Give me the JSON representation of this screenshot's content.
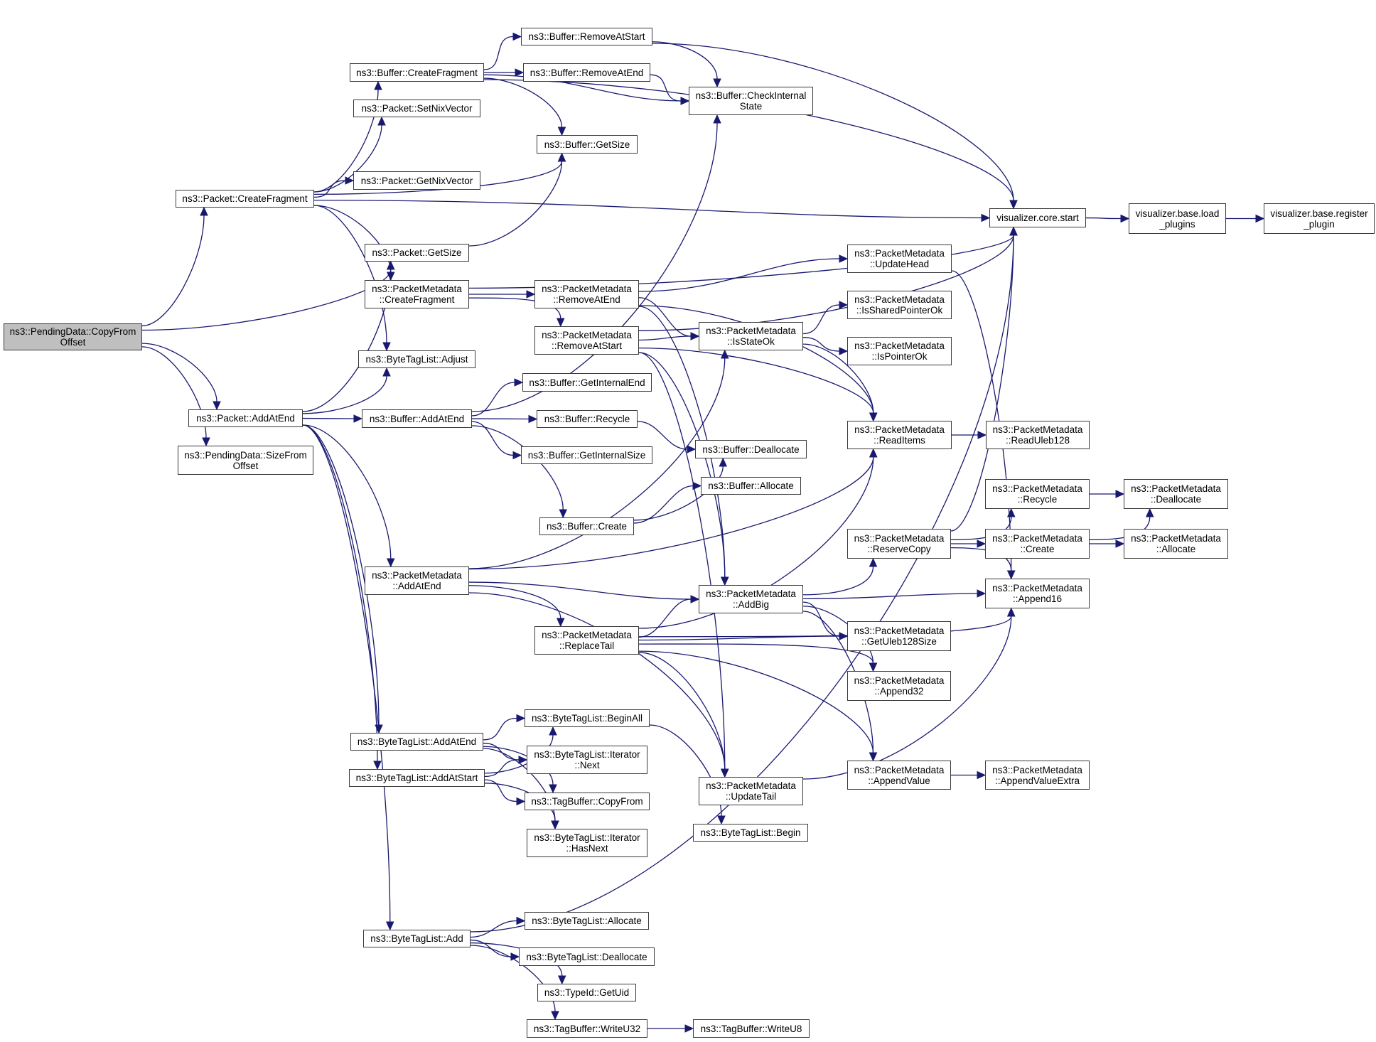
{
  "diagram": {
    "type": "call-graph",
    "colors": {
      "edge": "#191970",
      "node_border": "#3a3a3a",
      "root_fill": "#bfbfbf",
      "node_fill": "#ffffff"
    },
    "nodes": [
      {
        "id": "copyFromOffset",
        "label": "ns3::PendingData::CopyFrom\nOffset",
        "root": true
      },
      {
        "id": "pktCreateFragment",
        "label": "ns3::Packet::CreateFragment"
      },
      {
        "id": "bufCreateFragment",
        "label": "ns3::Buffer::CreateFragment"
      },
      {
        "id": "pktSetNixVector",
        "label": "ns3::Packet::SetNixVector"
      },
      {
        "id": "pktGetNixVector",
        "label": "ns3::Packet::GetNixVector"
      },
      {
        "id": "pktGetSize",
        "label": "ns3::Packet::GetSize"
      },
      {
        "id": "pmCreateFragment",
        "label": "ns3::PacketMetadata\n::CreateFragment"
      },
      {
        "id": "btlAdjust",
        "label": "ns3::ByteTagList::Adjust"
      },
      {
        "id": "pktAddAtEnd",
        "label": "ns3::Packet::AddAtEnd"
      },
      {
        "id": "sizeFromOffset",
        "label": "ns3::PendingData::SizeFrom\nOffset"
      },
      {
        "id": "bufRemoveAtStart",
        "label": "ns3::Buffer::RemoveAtStart"
      },
      {
        "id": "bufRemoveAtEnd",
        "label": "ns3::Buffer::RemoveAtEnd"
      },
      {
        "id": "bufCheckInternalState",
        "label": "ns3::Buffer::CheckInternal\nState"
      },
      {
        "id": "bufGetSize",
        "label": "ns3::Buffer::GetSize"
      },
      {
        "id": "visCoreStart",
        "label": "visualizer.core.start"
      },
      {
        "id": "visLoadPlugins",
        "label": "visualizer.base.load\n_plugins"
      },
      {
        "id": "visRegisterPlugin",
        "label": "visualizer.base.register\n_plugin"
      },
      {
        "id": "pmRemoveAtEnd",
        "label": "ns3::PacketMetadata\n::RemoveAtEnd"
      },
      {
        "id": "pmRemoveAtStart",
        "label": "ns3::PacketMetadata\n::RemoveAtStart"
      },
      {
        "id": "pmIsStateOk",
        "label": "ns3::PacketMetadata\n::IsStateOk"
      },
      {
        "id": "pmUpdateHead",
        "label": "ns3::PacketMetadata\n::UpdateHead"
      },
      {
        "id": "pmIsSharedPointerOk",
        "label": "ns3::PacketMetadata\n::IsSharedPointerOk"
      },
      {
        "id": "pmIsPointerOk",
        "label": "ns3::PacketMetadata\n::IsPointerOk"
      },
      {
        "id": "pmReadItems",
        "label": "ns3::PacketMetadata\n::ReadItems"
      },
      {
        "id": "pmReadUleb128",
        "label": "ns3::PacketMetadata\n::ReadUleb128"
      },
      {
        "id": "bufAddAtEnd",
        "label": "ns3::Buffer::AddAtEnd"
      },
      {
        "id": "bufGetInternalEnd",
        "label": "ns3::Buffer::GetInternalEnd"
      },
      {
        "id": "bufRecycle",
        "label": "ns3::Buffer::Recycle"
      },
      {
        "id": "bufGetInternalSize",
        "label": "ns3::Buffer::GetInternalSize"
      },
      {
        "id": "bufDeallocate",
        "label": "ns3::Buffer::Deallocate"
      },
      {
        "id": "bufAllocate",
        "label": "ns3::Buffer::Allocate"
      },
      {
        "id": "bufCreate",
        "label": "ns3::Buffer::Create"
      },
      {
        "id": "pmRecycle",
        "label": "ns3::PacketMetadata\n::Recycle"
      },
      {
        "id": "pmDeallocate",
        "label": "ns3::PacketMetadata\n::Deallocate"
      },
      {
        "id": "pmReserveCopy",
        "label": "ns3::PacketMetadata\n::ReserveCopy"
      },
      {
        "id": "pmCreate",
        "label": "ns3::PacketMetadata\n::Create"
      },
      {
        "id": "pmAllocate",
        "label": "ns3::PacketMetadata\n::Allocate"
      },
      {
        "id": "pmAddAtEnd",
        "label": "ns3::PacketMetadata\n::AddAtEnd"
      },
      {
        "id": "pmAddBig",
        "label": "ns3::PacketMetadata\n::AddBig"
      },
      {
        "id": "pmAppend16",
        "label": "ns3::PacketMetadata\n::Append16"
      },
      {
        "id": "pmReplaceTail",
        "label": "ns3::PacketMetadata\n::ReplaceTail"
      },
      {
        "id": "pmGetUleb128Size",
        "label": "ns3::PacketMetadata\n::GetUleb128Size"
      },
      {
        "id": "pmAppend32",
        "label": "ns3::PacketMetadata\n::Append32"
      },
      {
        "id": "btlBeginAll",
        "label": "ns3::ByteTagList::BeginAll"
      },
      {
        "id": "btlAddAtEnd",
        "label": "ns3::ByteTagList::AddAtEnd"
      },
      {
        "id": "btlIterNext",
        "label": "ns3::ByteTagList::Iterator\n::Next"
      },
      {
        "id": "btlAddAtStart",
        "label": "ns3::ByteTagList::AddAtStart"
      },
      {
        "id": "tbCopyFrom",
        "label": "ns3::TagBuffer::CopyFrom"
      },
      {
        "id": "btlIterHasNext",
        "label": "ns3::ByteTagList::Iterator\n::HasNext"
      },
      {
        "id": "pmAppendValue",
        "label": "ns3::PacketMetadata\n::AppendValue"
      },
      {
        "id": "pmAppendValueExtra",
        "label": "ns3::PacketMetadata\n::AppendValueExtra"
      },
      {
        "id": "pmUpdateTail",
        "label": "ns3::PacketMetadata\n::UpdateTail"
      },
      {
        "id": "btlBegin",
        "label": "ns3::ByteTagList::Begin"
      },
      {
        "id": "btlAdd",
        "label": "ns3::ByteTagList::Add"
      },
      {
        "id": "btlAllocate",
        "label": "ns3::ByteTagList::Allocate"
      },
      {
        "id": "btlDeallocate",
        "label": "ns3::ByteTagList::Deallocate"
      },
      {
        "id": "typeIdGetUid",
        "label": "ns3::TypeId::GetUid"
      },
      {
        "id": "tbWriteU32",
        "label": "ns3::TagBuffer::WriteU32"
      },
      {
        "id": "tbWriteU8",
        "label": "ns3::TagBuffer::WriteU8"
      }
    ],
    "edges": [
      [
        "copyFromOffset",
        "pktCreateFragment"
      ],
      [
        "copyFromOffset",
        "pktGetSize"
      ],
      [
        "copyFromOffset",
        "pktAddAtEnd"
      ],
      [
        "copyFromOffset",
        "sizeFromOffset"
      ],
      [
        "pktCreateFragment",
        "bufCreateFragment"
      ],
      [
        "pktCreateFragment",
        "pktSetNixVector"
      ],
      [
        "pktCreateFragment",
        "bufGetSize"
      ],
      [
        "pktCreateFragment",
        "pktGetNixVector"
      ],
      [
        "pktCreateFragment",
        "visCoreStart"
      ],
      [
        "pktCreateFragment",
        "pmCreateFragment"
      ],
      [
        "pktCreateFragment",
        "btlAdjust"
      ],
      [
        "bufCreateFragment",
        "bufRemoveAtStart"
      ],
      [
        "bufCreateFragment",
        "bufRemoveAtEnd"
      ],
      [
        "bufCreateFragment",
        "bufCheckInternalState"
      ],
      [
        "bufCreateFragment",
        "bufGetSize"
      ],
      [
        "bufCreateFragment",
        "visCoreStart"
      ],
      [
        "bufRemoveAtStart",
        "bufCheckInternalState"
      ],
      [
        "bufRemoveAtStart",
        "visCoreStart"
      ],
      [
        "bufRemoveAtEnd",
        "bufCheckInternalState"
      ],
      [
        "pktGetSize",
        "bufGetSize"
      ],
      [
        "pmCreateFragment",
        "visCoreStart"
      ],
      [
        "pmCreateFragment",
        "pmRemoveAtEnd"
      ],
      [
        "pmCreateFragment",
        "pmRemoveAtStart"
      ],
      [
        "pmRemoveAtEnd",
        "pmUpdateHead"
      ],
      [
        "pmRemoveAtEnd",
        "pmIsStateOk"
      ],
      [
        "pmRemoveAtEnd",
        "pmReadItems"
      ],
      [
        "pmRemoveAtEnd",
        "pmAddBig"
      ],
      [
        "pmRemoveAtStart",
        "pmIsStateOk"
      ],
      [
        "pmRemoveAtStart",
        "visCoreStart"
      ],
      [
        "pmRemoveAtStart",
        "pmReadItems"
      ],
      [
        "pmRemoveAtStart",
        "pmAddBig"
      ],
      [
        "pmRemoveAtStart",
        "pmUpdateTail"
      ],
      [
        "pmIsStateOk",
        "pmIsSharedPointerOk"
      ],
      [
        "pmIsStateOk",
        "pmIsPointerOk"
      ],
      [
        "pmIsStateOk",
        "pmReadItems"
      ],
      [
        "pmUpdateHead",
        "pmAppend16"
      ],
      [
        "pmReadItems",
        "pmReadUleb128"
      ],
      [
        "visCoreStart",
        "visLoadPlugins"
      ],
      [
        "visLoadPlugins",
        "visRegisterPlugin"
      ],
      [
        "pktAddAtEnd",
        "pktGetSize"
      ],
      [
        "pktAddAtEnd",
        "btlAdjust"
      ],
      [
        "pktAddAtEnd",
        "bufAddAtEnd"
      ],
      [
        "pktAddAtEnd",
        "pmAddAtEnd"
      ],
      [
        "pktAddAtEnd",
        "btlAddAtEnd"
      ],
      [
        "pktAddAtEnd",
        "btlAddAtStart"
      ],
      [
        "pktAddAtEnd",
        "btlAdd"
      ],
      [
        "bufAddAtEnd",
        "bufCheckInternalState"
      ],
      [
        "bufAddAtEnd",
        "bufGetInternalEnd"
      ],
      [
        "bufAddAtEnd",
        "bufRecycle"
      ],
      [
        "bufAddAtEnd",
        "bufGetInternalSize"
      ],
      [
        "bufAddAtEnd",
        "bufCreate"
      ],
      [
        "bufRecycle",
        "bufDeallocate"
      ],
      [
        "bufCreate",
        "bufDeallocate"
      ],
      [
        "bufCreate",
        "bufAllocate"
      ],
      [
        "pmAddAtEnd",
        "pmIsStateOk"
      ],
      [
        "pmAddAtEnd",
        "pmReadItems"
      ],
      [
        "pmAddAtEnd",
        "pmAddBig"
      ],
      [
        "pmAddAtEnd",
        "pmReplaceTail"
      ],
      [
        "pmAddAtEnd",
        "pmUpdateTail"
      ],
      [
        "pmReplaceTail",
        "pmReadItems"
      ],
      [
        "pmReplaceTail",
        "pmAddBig"
      ],
      [
        "pmReplaceTail",
        "pmGetUleb128Size"
      ],
      [
        "pmReplaceTail",
        "pmAppend32"
      ],
      [
        "pmReplaceTail",
        "pmAppend16"
      ],
      [
        "pmReplaceTail",
        "pmAppendValue"
      ],
      [
        "pmReplaceTail",
        "pmUpdateTail"
      ],
      [
        "pmAddBig",
        "pmReserveCopy"
      ],
      [
        "pmAddBig",
        "pmAppend16"
      ],
      [
        "pmAddBig",
        "pmGetUleb128Size"
      ],
      [
        "pmAddBig",
        "pmAppend32"
      ],
      [
        "pmAddBig",
        "pmAppendValue"
      ],
      [
        "pmReserveCopy",
        "visCoreStart"
      ],
      [
        "pmReserveCopy",
        "pmRecycle"
      ],
      [
        "pmReserveCopy",
        "pmCreate"
      ],
      [
        "pmReserveCopy",
        "pmAppend16"
      ],
      [
        "pmRecycle",
        "pmDeallocate"
      ],
      [
        "pmCreate",
        "pmDeallocate"
      ],
      [
        "pmCreate",
        "pmAllocate"
      ],
      [
        "pmAppendValue",
        "pmAppendValueExtra"
      ],
      [
        "pmUpdateTail",
        "pmAppend16"
      ],
      [
        "btlAddAtEnd",
        "btlBeginAll"
      ],
      [
        "btlAddAtEnd",
        "btlIterNext"
      ],
      [
        "btlAddAtEnd",
        "tbCopyFrom"
      ],
      [
        "btlAddAtEnd",
        "btlIterHasNext"
      ],
      [
        "btlAddAtStart",
        "btlBeginAll"
      ],
      [
        "btlAddAtStart",
        "btlIterNext"
      ],
      [
        "btlAddAtStart",
        "tbCopyFrom"
      ],
      [
        "btlAddAtStart",
        "btlIterHasNext"
      ],
      [
        "btlBeginAll",
        "btlBegin"
      ],
      [
        "btlAdd",
        "visCoreStart"
      ],
      [
        "btlAdd",
        "btlAllocate"
      ],
      [
        "btlAdd",
        "btlDeallocate"
      ],
      [
        "btlAdd",
        "typeIdGetUid"
      ],
      [
        "btlAdd",
        "tbWriteU32"
      ],
      [
        "tbWriteU32",
        "tbWriteU8"
      ]
    ]
  }
}
